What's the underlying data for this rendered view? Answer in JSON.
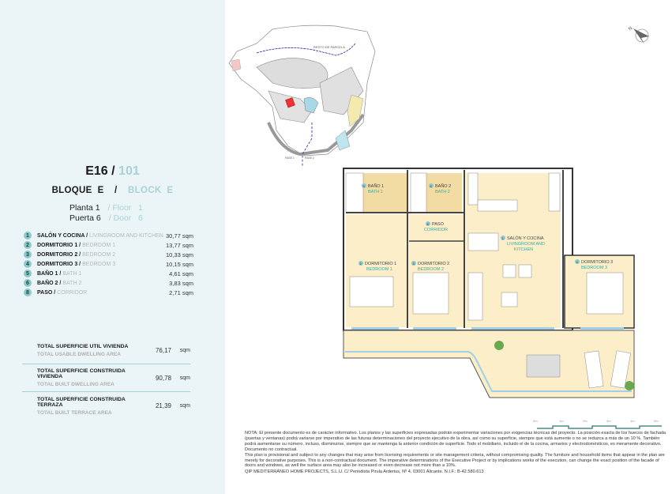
{
  "unit": {
    "code": "E16 /",
    "number": "101",
    "block_es": "BLOQUE  E",
    "slash": "/",
    "block_en": "BLOCK  E",
    "floor_es": "Planta 1",
    "floor_en": "/ Floor   1",
    "door_es": "Puerta 6",
    "door_en": "/ Door   6"
  },
  "rooms": [
    {
      "num": "1",
      "es": "SALÓN Y COCINA /",
      "en": "LIVINGROOM AND KITCHEN",
      "area": "30,77 sqm"
    },
    {
      "num": "2",
      "es": "DORMITORIO 1 /",
      "en": "BEDROOM 1",
      "area": "13,77 sqm"
    },
    {
      "num": "3",
      "es": "DORMITORIO 2 /",
      "en": "BEDROOM 2",
      "area": "10,33 sqm"
    },
    {
      "num": "4",
      "es": "DORMITORIO 3 /",
      "en": "BEDROOM 3",
      "area": "10,15 sqm"
    },
    {
      "num": "5",
      "es": "BAÑO 1 /",
      "en": "BATH 1",
      "area": "4,61 sqm"
    },
    {
      "num": "6",
      "es": "BAÑO 2 /",
      "en": "BATH 2",
      "area": "3,83 sqm"
    },
    {
      "num": "8",
      "es": "PASO /",
      "en": "CORRIDOR",
      "area": "2,71 sqm"
    }
  ],
  "totals": [
    {
      "es": "TOTAL SUPERFICIE UTIL VIVIENDA",
      "en": "TOTAL USABLE DWELLING AREA",
      "value": "76,17",
      "unit": "sqm"
    },
    {
      "es": "TOTAL SUPERFICIE CONSTRUIDA VIVIENDA",
      "en": "TOTAL BUILT DWELLING AREA",
      "value": "90,78",
      "unit": "sqm"
    },
    {
      "es": "TOTAL SUPERFICIE CONSTRUIDA TERRAZA",
      "en": "TOTAL BUILT TERRACE AREA",
      "value": "21,39",
      "unit": "sqm"
    }
  ],
  "site_plan": {
    "label": "RESTO DE PARCELA",
    "phase1": "FASE 1",
    "phase2": "FASE 2"
  },
  "plan_labels": {
    "r1_es": "SALÓN Y COCINA",
    "r1_en1": "LIVINGROOM AND",
    "r1_en2": "KITCHEN",
    "r2_es": "DORMITORIO 1",
    "r2_en": "BEDROOM 1",
    "r3_es": "DORMITORIO 2",
    "r3_en": "BEDROOM 2",
    "r4_es": "DORMITORIO 3",
    "r4_en": "BEDROOM 3",
    "r5_es": "BAÑO 1",
    "r5_en": "BATH 1",
    "r6_es": "BAÑO 2",
    "r6_en": "BATH 2",
    "r8_es": "PASO",
    "r8_en": "CORRIDOR"
  },
  "scale": [
    "0m.",
    "1m.",
    "2m.",
    "3m.",
    "4m.",
    "5m."
  ],
  "colors": {
    "panel_bg": "#ebf5f7",
    "accent": "#8ec9c9",
    "muted_text": "#a9d2d6",
    "room_fill": "#fbeec8",
    "bath_fill": "#f3dca4",
    "glass": "#9fd0e8"
  },
  "note": {
    "es": "NOTA: El presente documento es de carácter informativo. Los planos y las superficies expresadas podrán experimentar variaciones por exigencias técnicas del proyecto. La posición exacta de los huecos de fachada (puertas y ventanas) podrá variarse por imperativo de las futuras determinaciones del proyecto ejecutivo de la obra, así como su superficie, siempre que está aumente o no se reduzca a más de un 10 %. También podrá aumentarse su número, incluso, disminuirse, siempre que se mantenga la anterior condición de superficie. Todo el mobiliario, incluido el de la cocina, armarios y electrodomésticos, es meramente decorativo. Documento no contractual.",
    "en": "This plan is provisional and subject to any changes that may arise from licensing requirements or site management criteria, without compromising quality. The furniture and household items that appear in the plan are merely for decorative purposes. This is a non-contractual document. The imperative determinations of the Executive Project or by implications works of the execution, can change the exact position of the facade of doors and windows, as well the surface area may also be increased or even decrease not more than a 10%.",
    "company": "QIP MEDITERRÁNEO HOME PROJECTS, S.L.U. C/ Periodista Pirula Arderius, Nº 4. 03001 Alicante. N.I.F.: B-42.580.613"
  }
}
